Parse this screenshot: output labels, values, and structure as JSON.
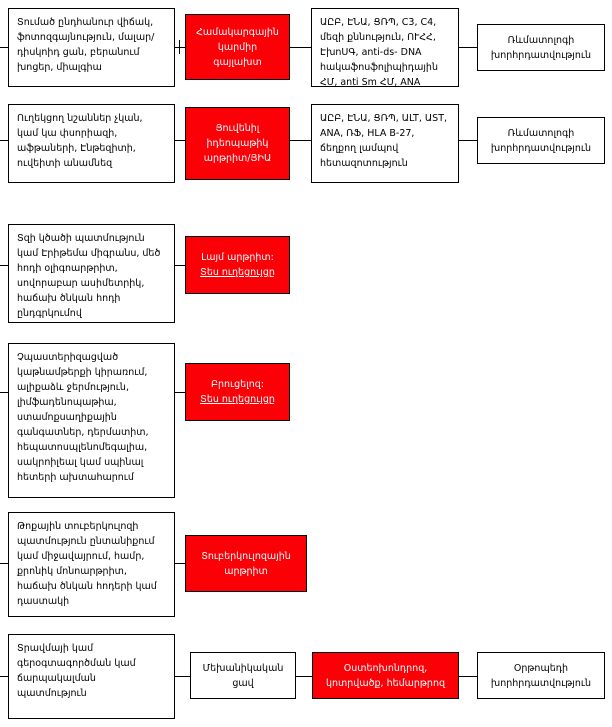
{
  "diagram": {
    "title": "Arthritis differential diagnosis flowchart (Armenian)",
    "colors": {
      "red": "#fb0007",
      "white": "#ffffff",
      "border": "#000000"
    },
    "rows": [
      {
        "id": "row-sle",
        "symptoms": "Տումած ընդհանուր վիճակ, ֆոտոզգայնություն, մալար/դիսկոիդ ցան, բերանում խոցեր, միալգիա",
        "diagnosis": "Համակարգային կարմիր գայլախտ",
        "tests": "ԱԸԲ, ԷՆԱ, ՑՌՊ, C3, C4, մեզի քննություն, ՈՒՀՀ, ԷխոՍԳ, anti-ds- DNA հակաֆոսֆոլիպիդային ՀՄ, anti Sm ՀՄ, ANA",
        "referral": "Ռևմատոլոգի խորհրդատվություն"
      },
      {
        "id": "row-jia",
        "symptoms": "Ուղեկցող նշաններ չկան, կամ կա փսորիազի, աֆթաների, Էնթեզիտի, ուվեիտի անամնեզ",
        "diagnosis": "Յուվենիլ իդեոպաթիկ արթրիտ/ՅԻԱ",
        "tests": "ԱԸԲ, ԷՆԱ, ՑՌՊ, ԱLT, ԱST, ANA, ՌՖ, HLA B-27, ճեղքող լամպով հետազոտություն",
        "referral": "Ռևմատոլոգի խորհրդատվություն"
      },
      {
        "id": "row-lyme",
        "symptoms": "Տզի կծածի պատմություն կամ Էրիթեմա միգրանս, մեծ հոդի օլիգոարթրիտ, սովորաբար ասիմետրիկ, հաճախ ծնկան հոդի ընդգրկումով",
        "diagnosis_line1": "Լայմ արթրիտ:",
        "diagnosis_line2": "Տես ուղեցույցը"
      },
      {
        "id": "row-brucellosis",
        "symptoms": "Չպաստերիզացված կաթնամթերքի կիրառում, ալիքաձև ջերմություն, լիմֆադենոպաթիա, ստամոքսաղիքային գանգատներ, դերմատիտ, հեպատոսպլենոմեգալիա, սակրոիլեալ կամ սպինալ հետերի ախտահարում",
        "diagnosis_line1": "Բրուցելոզ:",
        "diagnosis_line2": "Տես ուղեցույցը"
      },
      {
        "id": "row-tb",
        "symptoms": "Թոքային տուբերկուլոզի պատմություն ընտանիքում կամ միջավայրում, համր, քրոնիկ մոնոարթրիտ, հաճախ ծնկան հոդերի կամ դաստակի",
        "diagnosis": "Տուբերկուլոզային արթրիտ"
      },
      {
        "id": "row-mechanical",
        "symptoms": "Տրավմայի կամ գերօգտագործման կամ ճարպակալման պատմություն",
        "pain": "Մեխանիկական ցավ",
        "diagnosis": "Օստեոխոնդրոզ, կոտրվածք, հեմարթրոզ",
        "referral": "Օրթոպեդի խորհրդատվություն"
      }
    ]
  }
}
